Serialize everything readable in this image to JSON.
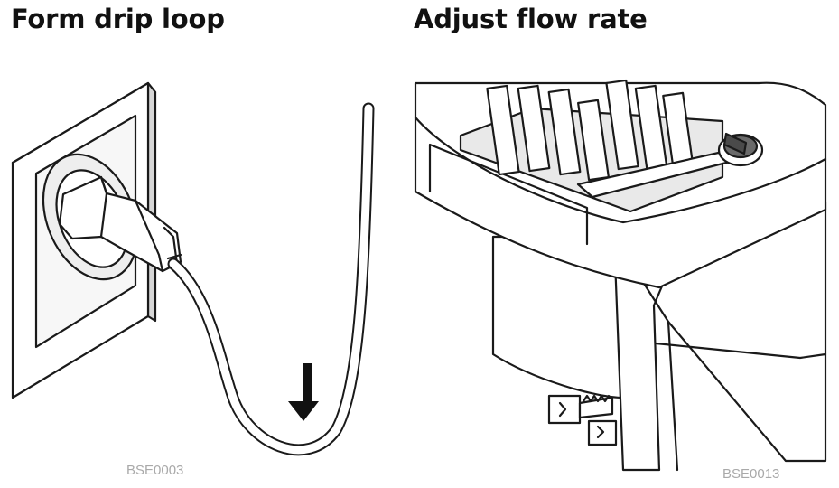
{
  "panels": [
    {
      "title": "Form drip loop",
      "code": "BSE0003"
    },
    {
      "title": "Adjust flow rate",
      "code": "BSE0013"
    }
  ],
  "colors": {
    "ink": "#111111",
    "code_text": "#a9a9a9",
    "outline": "#1a1a1a",
    "fill_light": "#ffffff",
    "fill_gray": "#e9e9e9",
    "knob": "#6a6a6a"
  },
  "icons": {
    "arrow": "down-arrow-icon",
    "knob": "flow-knob-icon"
  }
}
